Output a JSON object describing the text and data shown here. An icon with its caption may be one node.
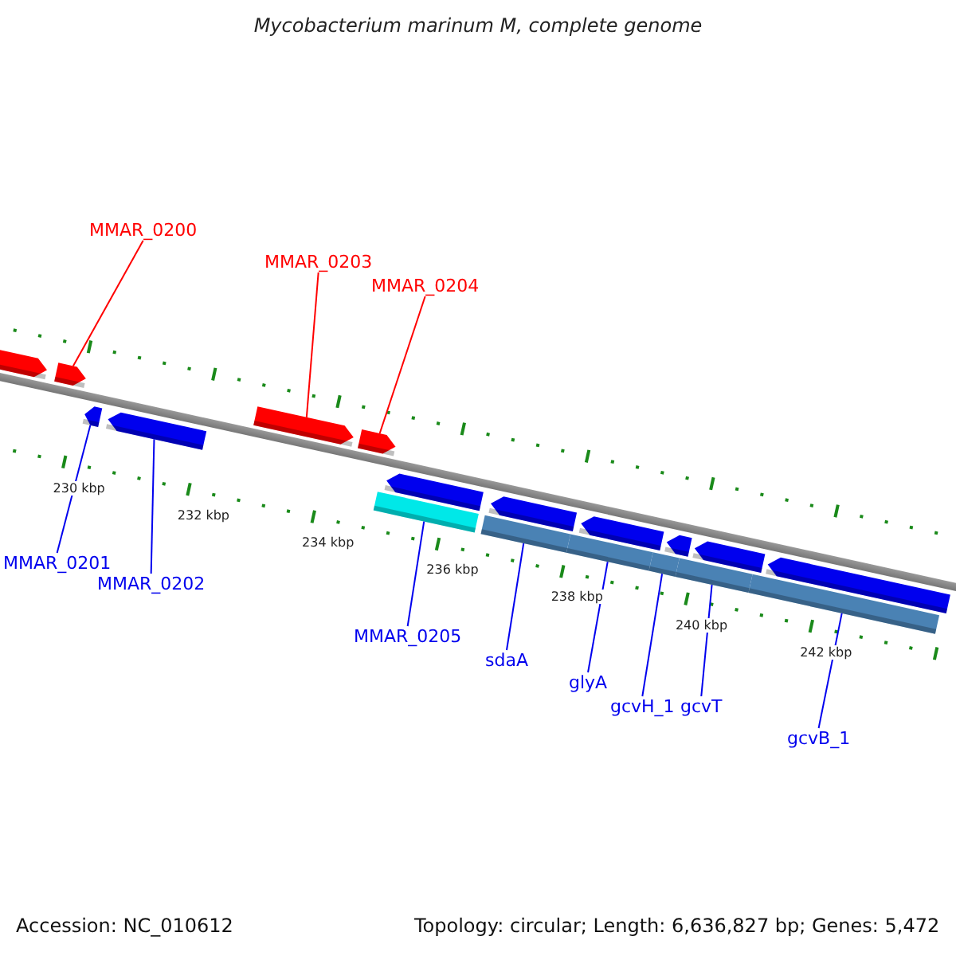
{
  "diagram": {
    "title": "Mycobacterium marinum M, complete genome",
    "nodes": [
      {
        "text": [
          "MMAR_0200"
        ]
      },
      {
        "text": [
          "MMAR_0203"
        ]
      },
      {
        "text": [
          "MMAR_0204"
        ]
      },
      {
        "text": [],
        "shape": "arrow"
      },
      {
        "text": [],
        "shape": "arrow"
      },
      {
        "text": [],
        "shape": "arrow"
      },
      {
        "text": [],
        "shape": "arrow"
      },
      {
        "text": [],
        "shape": "arrow"
      },
      {
        "text": [],
        "shape": "arrow"
      },
      {
        "text": [],
        "shape": "arrow"
      },
      {
        "text": [],
        "shape": "arrow"
      },
      {
        "text": [],
        "shape": "arrow"
      },
      {
        "text": [],
        "shape": "arrow"
      },
      {
        "text": [],
        "shape": "arrow"
      },
      {
        "text": [],
        "shape": "arrow"
      },
      {
        "text": [],
        "shape": "bar"
      },
      {
        "text": [],
        "shape": "bar"
      },
      {
        "text": [],
        "shape": "bar"
      },
      {
        "text": [],
        "shape": "bar"
      },
      {
        "text": [],
        "shape": "bar"
      },
      {
        "text": [],
        "shape": "bar"
      },
      {
        "text": [
          "MMAR_0201"
        ]
      },
      {
        "text": [
          "MMAR_0202"
        ]
      },
      {
        "text": [
          "MMAR_0205"
        ]
      },
      {
        "text": [
          "sdaA"
        ]
      },
      {
        "text": [
          "glyA"
        ]
      },
      {
        "text": [
          "gcvH_1"
        ]
      },
      {
        "text": [
          "gcvT"
        ]
      },
      {
        "text": [
          "gcvB_1"
        ]
      }
    ],
    "edges": [
      {
        "from": 0,
        "to": 4,
        "arrow": "none",
        "color": "#ff0000"
      },
      {
        "from": 1,
        "to": 5,
        "arrow": "none",
        "color": "#ff0000"
      },
      {
        "from": 2,
        "to": 6,
        "arrow": "none",
        "color": "#ff0000"
      },
      {
        "from": 21,
        "to": 7,
        "arrow": "none"
      },
      {
        "from": 22,
        "to": 8,
        "arrow": "none"
      },
      {
        "from": 23,
        "to": 15,
        "arrow": "none"
      },
      {
        "from": 24,
        "to": 16,
        "arrow": "none"
      },
      {
        "from": 25,
        "to": 17,
        "arrow": "none"
      },
      {
        "from": 26,
        "to": 18,
        "arrow": "none"
      },
      {
        "from": 27,
        "to": 19,
        "arrow": "none"
      },
      {
        "from": 28,
        "to": 20,
        "arrow": "none"
      }
    ],
    "labels": [
      "230 kbp",
      "232 kbp",
      "234 kbp",
      "236 kbp",
      "238 kbp",
      "240 kbp",
      "242 kbp",
      "Accession: NC_010612",
      "Topology: circular; Length: 6,636,827 bp; Genes: 5,472"
    ]
  }
}
